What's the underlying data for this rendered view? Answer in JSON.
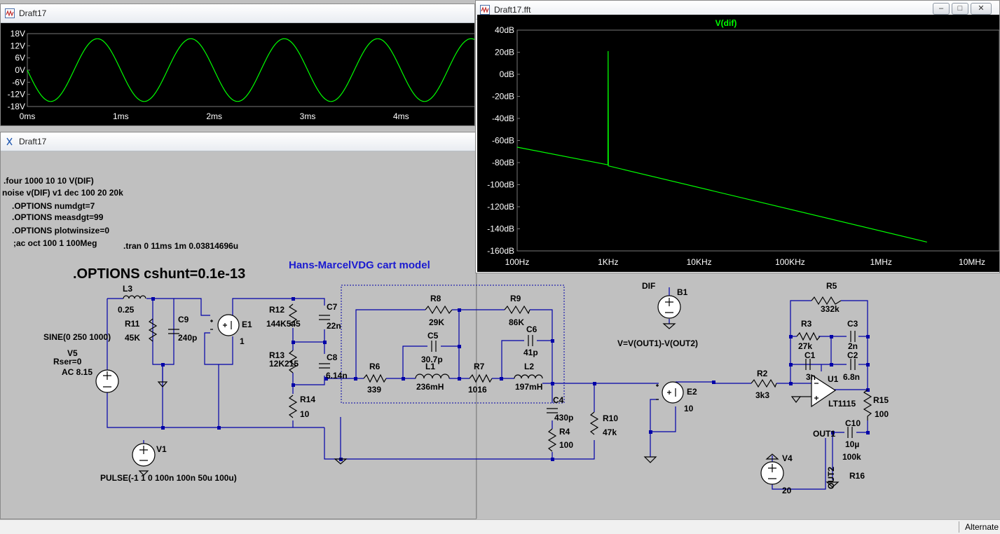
{
  "windows": {
    "transient": {
      "title": "Draft17",
      "y_ticks": [
        "18V",
        "12V",
        "6V",
        "0V",
        "-6V",
        "-12V",
        "-18V"
      ],
      "x_ticks": [
        "0ms",
        "1ms",
        "2ms",
        "3ms",
        "4ms"
      ]
    },
    "schematic": {
      "title": "Draft17",
      "directives": {
        "four": ".four 1000 10 10 V(DIF)",
        "noise": "noise v(DIF) v1 dec 100 20 20k",
        "opt_numdgt": ".OPTIONS numdgt=7",
        "opt_measdgt": ".OPTIONS measdgt=99",
        "opt_plotwinsize": ".OPTIONS plotwinsize=0",
        "ac": ";ac oct 100 1 100Meg",
        "tran": ".tran 0 11ms 1m 0.03814696u",
        "cshunt": ".OPTIONS cshunt=0.1e-13"
      },
      "title_label": "Hans-MarcelVDG cart model",
      "b1_expr": "V=V(OUT1)-V(OUT2)",
      "labels": {
        "L3": "L3",
        "L3_val": "0.25",
        "R11": "R11",
        "R11_val": "45K",
        "C9": "C9",
        "C9_val": "240p",
        "E1": "E1",
        "E1_val": "1",
        "V5_sine": "SINE(0 250 1000)",
        "V5": "V5",
        "V5_rser": "Rser=0",
        "V5_ac": "AC 8.15",
        "R12": "R12",
        "R12_val": "144K545",
        "C7": "C7",
        "C7_val": "22n",
        "R13": "R13",
        "R13_val": "12K215",
        "C8": "C8",
        "C8_val": "6.14n",
        "R14": "R14",
        "R14_val": "10",
        "V1": "V1",
        "V1_pulse": "PULSE(-1 1 0 100n 100n 50u 100u)",
        "R8": "R8",
        "R8_val": "29K",
        "R9": "R9",
        "R9_val": "86K",
        "C5": "C5",
        "C5_val": "30.7p",
        "C6": "C6",
        "C6_val": "41p",
        "R6": "R6",
        "R6_val": "339",
        "L1": "L1",
        "L1_val": "236mH",
        "R7": "R7",
        "R7_val": "1016",
        "L2": "L2",
        "L2_val": "197mH",
        "C4": "C4",
        "C4_val": "430p",
        "R4": "R4",
        "R4_val": "100",
        "R10": "R10",
        "R10_val": "47k",
        "E2": "E2",
        "E2_val": "10",
        "DIF": "DIF",
        "B1": "B1",
        "R2": "R2",
        "R2_val": "3k3",
        "R5": "R5",
        "R5_val": "332k",
        "R3": "R3",
        "R3_val": "27k",
        "C3": "C3",
        "C3_val": "2n",
        "C1": "C1",
        "C1_val": "3n",
        "C2": "C2",
        "C2_val": "6.8n",
        "U1": "U1",
        "U1_val": "LT1115",
        "R15": "R15",
        "R15_val": "100",
        "C10": "C10",
        "C10_val": "10µ",
        "OUT1": "OUT1",
        "R16_val": "100k",
        "R16": "R16",
        "OUT2": "OUT2",
        "V4": "V4",
        "V4_val": "20"
      }
    },
    "fft": {
      "title": "Draft17.fft",
      "trace_name": "V(dif)",
      "y_ticks": [
        "40dB",
        "20dB",
        "0dB",
        "-20dB",
        "-40dB",
        "-60dB",
        "-80dB",
        "-100dB",
        "-120dB",
        "-140dB",
        "-160dB"
      ],
      "x_ticks": [
        "100Hz",
        "1KHz",
        "10KHz",
        "100KHz",
        "1MHz",
        "10MHz"
      ]
    }
  },
  "chart_data": [
    {
      "type": "line",
      "title": "",
      "xlabel": "",
      "ylabel": "",
      "xlim_ms": [
        0,
        4.8
      ],
      "ylim_V": [
        -18,
        18
      ],
      "series": [
        {
          "values_desc": [],
          "amplitude_V": 15.5,
          "frequency_Hz": 1000,
          "phase_deg": 180
        }
      ],
      "color": "#00ff00"
    },
    {
      "type": "line",
      "title": "V(dif)",
      "xlabel": "",
      "ylabel": "",
      "x_scale": "log",
      "xlim_Hz": [
        100,
        10000000
      ],
      "ylim_dB": [
        -160,
        40
      ],
      "series": [
        {
          "name": "V(dif)",
          "x": [
            100,
            995,
            995,
            1000,
            1005,
            1005,
            3200000
          ],
          "y": [
            -66,
            -82,
            -82,
            21,
            -82,
            -83,
            -152
          ]
        }
      ],
      "color": "#00ff00"
    }
  ],
  "statusbar": {
    "text": "Alternate"
  }
}
